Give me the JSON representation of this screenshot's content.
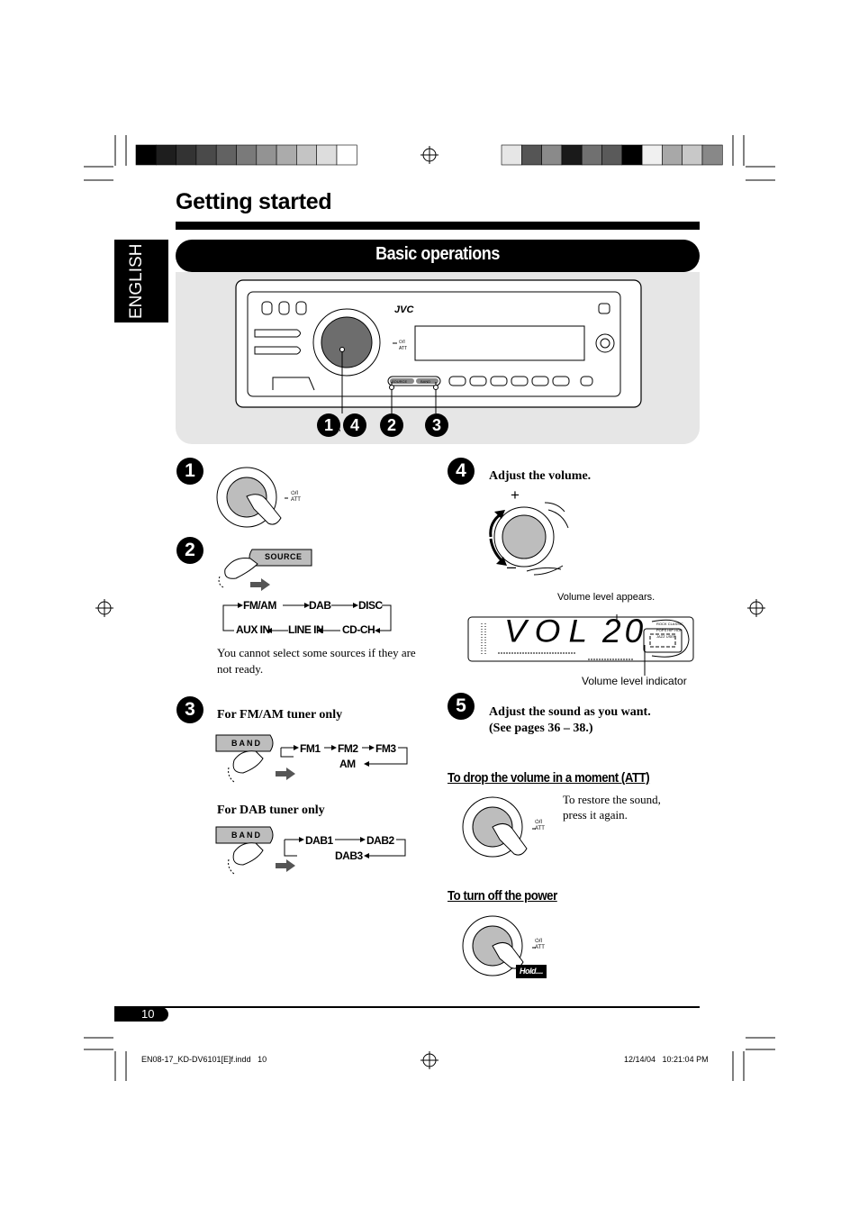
{
  "header": {
    "title": "Getting started",
    "section": "Basic operations",
    "language_tab": "ENGLISH",
    "colors": {
      "band": "#000000",
      "panel": "#e6e6e6",
      "ink": "#000000"
    }
  },
  "device": {
    "brand": "JVC",
    "att_label": "ATT",
    "power_symbol": "⏻/I",
    "source_button": "SOURCE",
    "band_button": "BAND",
    "callouts": [
      "1",
      "4",
      "2",
      "3"
    ],
    "callout_separator": ","
  },
  "step1": {
    "number": "1",
    "knob_label": "ATT",
    "power_symbol": "⏻/I"
  },
  "step2": {
    "number": "2",
    "button": "SOURCE",
    "cycle_top": [
      "FM/AM",
      "DAB",
      "DISC"
    ],
    "cycle_bottom": [
      "AUX IN",
      "LINE IN",
      "CD-CH"
    ],
    "note": "You cannot select some sources if they are not ready."
  },
  "step3": {
    "number": "3",
    "fm_heading": "For FM/AM tuner only",
    "fm_band_button": "BAND",
    "fm_cycle": [
      "FM1",
      "FM2",
      "FM3"
    ],
    "fm_return": "AM",
    "dab_heading": "For DAB tuner only",
    "dab_band_button": "BAND",
    "dab_cycle": [
      "DAB1",
      "DAB2"
    ],
    "dab_return": "DAB3"
  },
  "step4": {
    "number": "4",
    "heading": "Adjust the volume.",
    "plus": "+",
    "minus": "–",
    "display_text": "VOL",
    "display_value": "20",
    "appears_label": "Volume level appears.",
    "indicator_label": "Volume level indicator",
    "eq_modes": [
      "ROCK",
      "CLASSIC",
      "POPS",
      "HIP HOP",
      "JAZZ",
      "USER"
    ]
  },
  "step5": {
    "number": "5",
    "heading_line1": "Adjust the sound as you want.",
    "heading_line2": "(See pages 36 – 38.)"
  },
  "att_section": {
    "title": "To drop the volume in a moment (ATT)",
    "note_line1": "To restore the sound,",
    "note_line2": "press it again.",
    "knob_label": "ATT",
    "power_symbol": "⏻/I"
  },
  "power_section": {
    "title": "To turn off the power",
    "hold_label": "Hold....",
    "knob_label": "ATT",
    "power_symbol": "⏻/I"
  },
  "footer": {
    "page_number": "10",
    "filename": "EN08-17_KD-DV6101[E]f.indd   10",
    "timestamp": "12/14/04   10:21:04 PM"
  },
  "print_marks": {
    "left_bar_colors": [
      "#000000",
      "#1e1e1e",
      "#333333",
      "#4a4a4a",
      "#626262",
      "#7a7a7a",
      "#939393",
      "#ababab",
      "#c4c4c4",
      "#dddddd",
      "#ffffff"
    ],
    "right_bar_colors": [
      "#e6e6e6",
      "#555555",
      "#8a8a8a",
      "#1a1a1a",
      "#707070",
      "#5a5a5a",
      "#000000",
      "#f0f0f0",
      "#a8a8a8",
      "#c8c8c8",
      "#888888"
    ]
  }
}
